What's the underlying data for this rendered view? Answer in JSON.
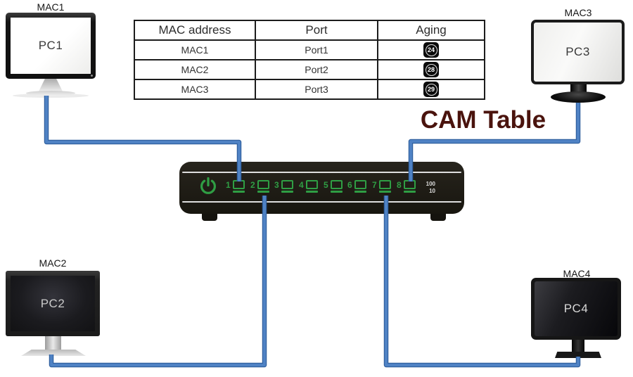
{
  "title": "CAM Table",
  "cam_table": {
    "headers": [
      "MAC address",
      "Port",
      "Aging"
    ],
    "rows": [
      {
        "mac": "MAC1",
        "port": "Port1",
        "aging": "24"
      },
      {
        "mac": "MAC2",
        "port": "Port2",
        "aging": "28"
      },
      {
        "mac": "MAC3",
        "port": "Port3",
        "aging": "29"
      }
    ]
  },
  "computers": [
    {
      "mac_label": "MAC1",
      "screen_label": "PC1",
      "connected_port": "1"
    },
    {
      "mac_label": "MAC2",
      "screen_label": "PC2",
      "connected_port": "2"
    },
    {
      "mac_label": "MAC3",
      "screen_label": "PC3",
      "connected_port": "8"
    },
    {
      "mac_label": "MAC4",
      "screen_label": "PC4",
      "connected_port": "7"
    }
  ],
  "switch": {
    "power_icon": "power-symbol",
    "port_numbers": [
      "1",
      "2",
      "3",
      "4",
      "5",
      "6",
      "7",
      "8"
    ],
    "speed_labels": [
      "100",
      "10"
    ]
  },
  "colors": {
    "cable": "#4a7ec0",
    "cable_edge": "#30609f",
    "led_green": "#2f9e44",
    "title_maroon": "#4a130d",
    "switch_body": "#1b1812"
  }
}
